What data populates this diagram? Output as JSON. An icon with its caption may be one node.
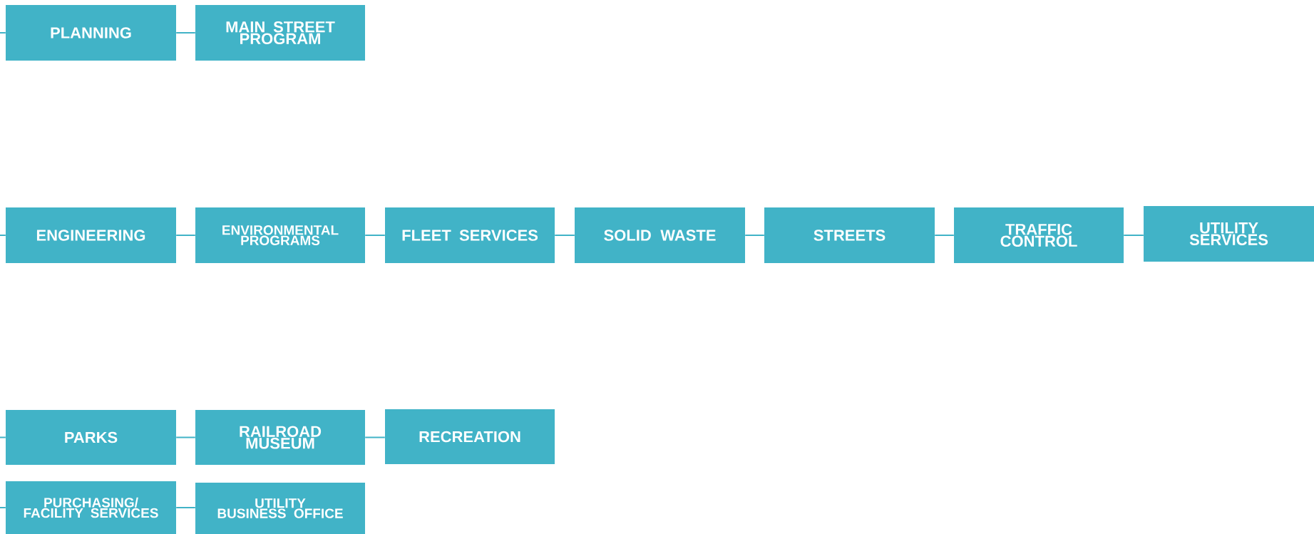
{
  "diagram": {
    "nodes": [
      {
        "text": [
          "PLANNING"
        ]
      },
      {
        "text": [
          "MAIN STREET PROGRAM"
        ]
      },
      {
        "text": [
          "ENGINEERING"
        ]
      },
      {
        "text": [
          "ENVIRONMENTAL PROGRAMS"
        ]
      },
      {
        "text": [
          "FLEET SERVICES"
        ]
      },
      {
        "text": [
          "SOLID WASTE"
        ]
      },
      {
        "text": [
          "STREETS"
        ]
      },
      {
        "text": [
          "TRAFFIC CONTROL"
        ]
      },
      {
        "text": [
          "UTILITY SERVICES"
        ]
      },
      {
        "text": [
          "PARKS"
        ]
      },
      {
        "text": [
          "RAILROAD MUSEUM"
        ]
      },
      {
        "text": [
          "RECREATION"
        ]
      },
      {
        "text": [
          "PURCHASING/ FACILITY SERVICES"
        ]
      },
      {
        "text": [
          "UTILITY BUSINESS OFFICE"
        ]
      }
    ],
    "edges": [
      {
        "from": null,
        "to": 0,
        "arrow": "none"
      },
      {
        "from": 0,
        "to": 1,
        "arrow": "none"
      },
      {
        "from": null,
        "to": 2,
        "arrow": "none"
      },
      {
        "from": 2,
        "to": 3,
        "arrow": "none"
      },
      {
        "from": 3,
        "to": 4,
        "arrow": "none"
      },
      {
        "from": 4,
        "to": 5,
        "arrow": "none"
      },
      {
        "from": 5,
        "to": 6,
        "arrow": "none"
      },
      {
        "from": 6,
        "to": 7,
        "arrow": "none"
      },
      {
        "from": 7,
        "to": 8,
        "arrow": "none"
      },
      {
        "from": null,
        "to": 9,
        "arrow": "none"
      },
      {
        "from": 9,
        "to": 10,
        "arrow": "none"
      },
      {
        "from": 10,
        "to": 11,
        "arrow": "none"
      },
      {
        "from": null,
        "to": 12,
        "arrow": "none"
      },
      {
        "from": 12,
        "to": 13,
        "arrow": "none"
      }
    ]
  }
}
